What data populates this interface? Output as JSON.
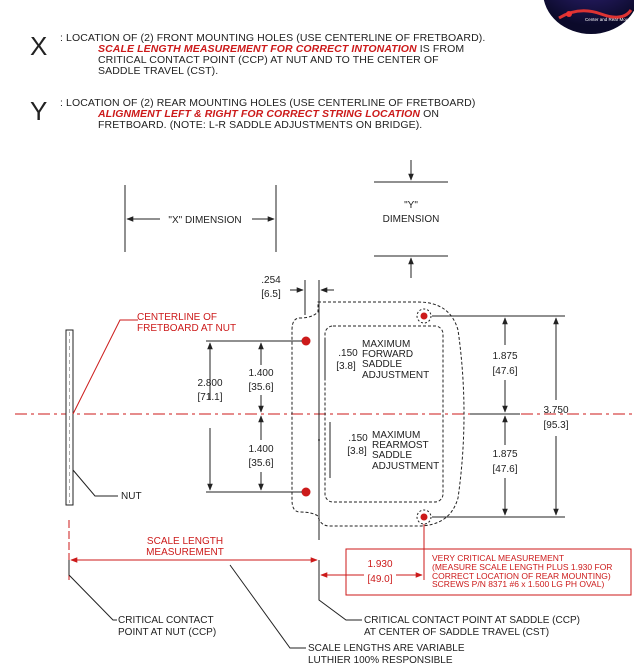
{
  "legend": {
    "x": {
      "letter": "X",
      "line1": ": LOCATION OF (2) FRONT MOUNTING HOLES (USE CENTERLINE OF FRETBOARD).",
      "line2_red": "SCALE LENGTH MEASUREMENT FOR CORRECT INTONATION",
      "line2_rest": " IS FROM",
      "line3": "CRITICAL CONTACT POINT (CCP) AT NUT AND TO THE CENTER OF",
      "line4": "SADDLE TRAVEL (CST)."
    },
    "y": {
      "letter": "Y",
      "line1": ": LOCATION OF (2) REAR MOUNTING HOLES (USE CENTERLINE OF FRETBOARD)",
      "line2_red": "ALIGNMENT LEFT & RIGHT FOR CORRECT  STRING LOCATION",
      "line2_rest": " ON",
      "line3": "FRETBOARD. (NOTE: L-R SADDLE ADJUSTMENTS ON BRIDGE)."
    }
  },
  "badge": {
    "text": "Center and Rear Mount"
  },
  "diagram": {
    "x_dimension": "\"X\" DIMENSION",
    "y_dim_1": "\"Y\"",
    "y_dim_2": "DIMENSION",
    "dim_254": ".254",
    "dim_254_mm": "[6.5]",
    "centerline_1": "CENTERLINE OF",
    "centerline_2": "FRETBOARD AT NUT",
    "dim_2800": "2.800",
    "dim_2800_mm": "[71.1]",
    "dim_1400a": "1.400",
    "dim_1400a_mm": "[35.6]",
    "dim_1400b": "1.400",
    "dim_1400b_mm": "[35.6]",
    "fwd_150": ".150",
    "fwd_150_mm": "[3.8]",
    "fwd_1": "MAXIMUM",
    "fwd_2": "FORWARD",
    "fwd_3": "SADDLE",
    "fwd_4": "ADJUSTMENT",
    "rear_150": ".150",
    "rear_150_mm": "[3.8]",
    "rear_1": "MAXIMUM",
    "rear_2": "REARMOST",
    "rear_3": "SADDLE",
    "rear_4": "ADJUSTMENT",
    "dim_1875a": "1.875",
    "dim_1875a_mm": "[47.6]",
    "dim_1875b": "1.875",
    "dim_1875b_mm": "[47.6]",
    "dim_3750": "3.750",
    "dim_3750_mm": "[95.3]",
    "nut": "NUT",
    "scale_1": "SCALE LENGTH",
    "scale_2": "MEASUREMENT",
    "dim_1930": "1.930",
    "dim_1930_mm": "[49.0]",
    "crit_1": "VERY CRITICAL MEASUREMENT",
    "crit_2": "(MEASURE SCALE LENGTH PLUS 1.930 FOR",
    "crit_3": "CORRECT LOCATION OF REAR MOUNTING)",
    "crit_4": "SCREWS P/N 8371 #6 x 1.500 LG PH OVAL)",
    "ccp_nut_1": "CRITICAL CONTACT",
    "ccp_nut_2": "POINT AT NUT (CCP)",
    "ccp_saddle_1": "CRITICAL CONTACT POINT AT SADDLE (CCP)",
    "ccp_saddle_2": "AT CENTER OF SADDLE TRAVEL (CST)",
    "scale_var_1": "SCALE LENGTHS ARE VARIABLE",
    "scale_var_2": "LUTHIER 100% RESPONSIBLE"
  }
}
